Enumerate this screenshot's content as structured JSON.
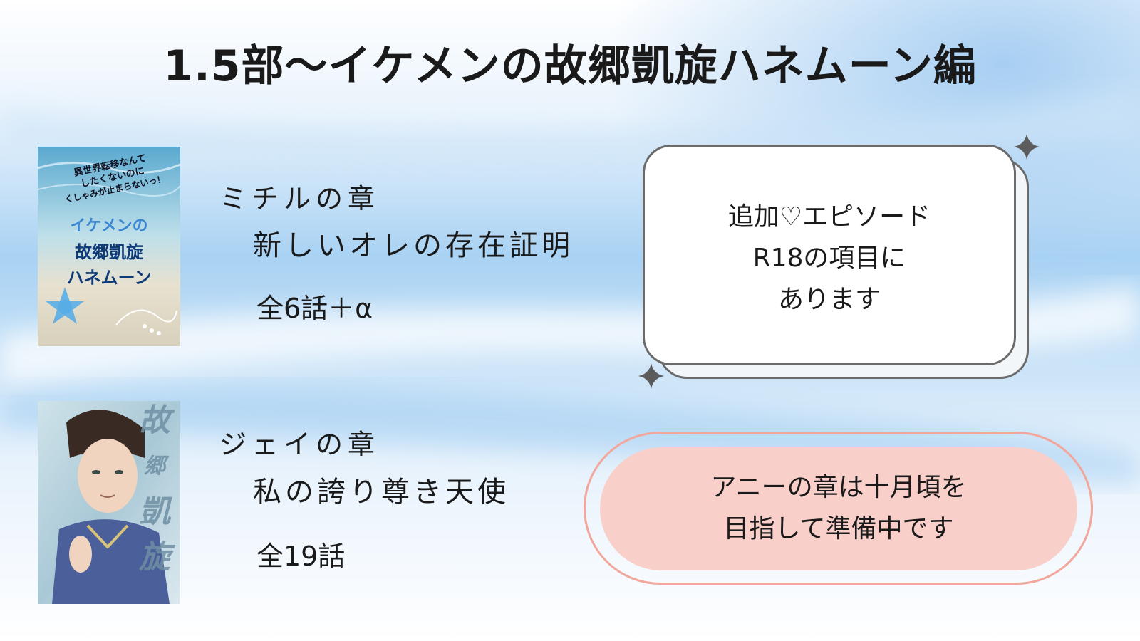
{
  "page": {
    "title": "1.5部〜イケメンの故郷凱旋ハネムーン編"
  },
  "sections": [
    {
      "chapter": "ミチルの章",
      "subtitle": "新しいオレの存在証明",
      "episodes": "全6話＋α",
      "cover": {
        "lines": [
          "異世界転移なんて",
          "したくないのに",
          "くしゃみが止まらないっ！"
        ],
        "title_lines": [
          "イケメンの",
          "故郷凱旋",
          "ハネムーン"
        ]
      }
    },
    {
      "chapter": "ジェイの章",
      "subtitle": "私の誇り尊き天使",
      "episodes": "全19話",
      "cover": {
        "title_chars": [
          "故",
          "郷",
          "凱",
          "旋"
        ]
      }
    }
  ],
  "notices": {
    "extra": {
      "lines": [
        "追加♡エピソード",
        "R18の項目に",
        "あります"
      ]
    },
    "upcoming": {
      "lines": [
        "アニーの章は十月頃を",
        "目指して準備中です"
      ]
    }
  },
  "colors": {
    "sky": "#8fc3ee",
    "notice_pink": "#f9cfca",
    "notice_pink_border": "#f2a79c",
    "card_border": "#6b6b6b"
  }
}
